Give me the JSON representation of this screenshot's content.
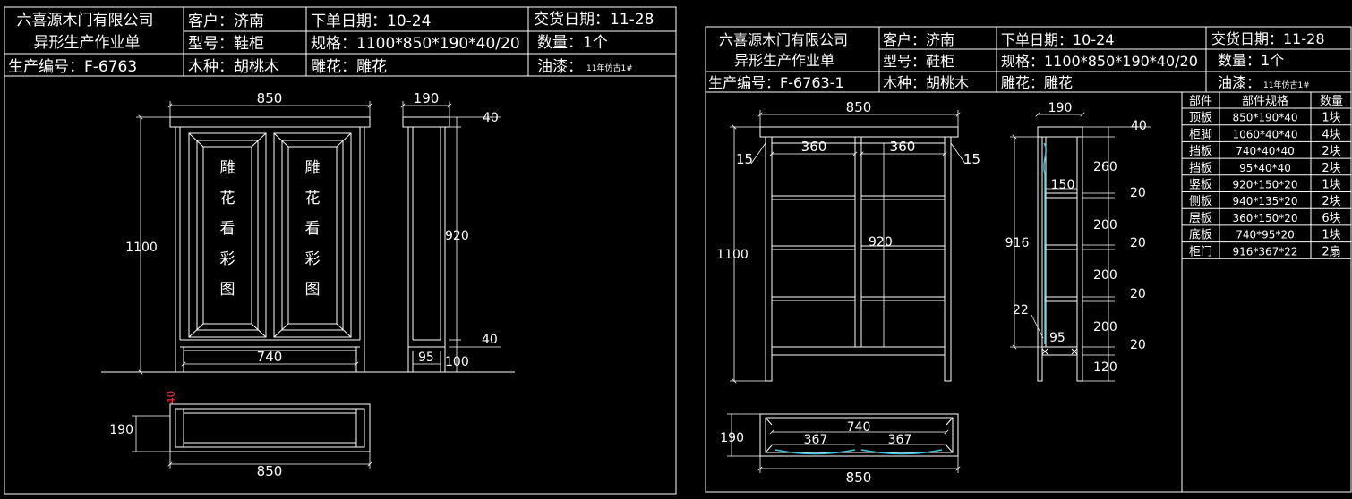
{
  "sheet_left": {
    "header": {
      "company": "六喜源木门有限公司",
      "title": "异形生产作业单",
      "customer": "客户：济南",
      "order_date": "下单日期：10-24",
      "delivery_date": "交货日期：11-28",
      "model": "型号：鞋柜",
      "spec": "规格：1100*850*190*40/20",
      "quantity": "数量：1个",
      "prod_no": "生产编号：F-6763",
      "wood": "木种：胡桃木",
      "carving": "雕花：雕花",
      "paint_label": "油漆：",
      "paint_value": "11年仿古1#"
    },
    "front": {
      "width": "850",
      "height": "1100",
      "inner_width": "740",
      "inner_height": "920",
      "panel_text": [
        "雕",
        "花",
        "看",
        "彩",
        "图"
      ]
    },
    "side": {
      "depth": "190",
      "top": "40",
      "bottom_rail": "40",
      "foot": "95",
      "base": "100"
    },
    "plan": {
      "depth": "190",
      "width": "850",
      "inset": "40"
    }
  },
  "sheet_right": {
    "header": {
      "company": "六喜源木门有限公司",
      "title": "异形生产作业单",
      "customer": "客户：济南",
      "order_date": "下单日期：10-24",
      "delivery_date": "交货日期：11-28",
      "model": "型号：鞋柜",
      "spec": "规格：1100*850*190*40/20",
      "quantity": "数量：1个",
      "prod_no": "生产编号：F-6763-1",
      "wood": "木种：胡桃木",
      "carving": "雕花：雕花",
      "paint_label": "油漆：",
      "paint_value": "11年仿古1#"
    },
    "front": {
      "width": "850",
      "height": "1100",
      "bay_left": "360",
      "bay_right": "360",
      "edge_left": "15",
      "edge_right": "15",
      "inner_height": "920"
    },
    "side": {
      "depth": "190",
      "top": "40",
      "h1": "260",
      "shelf_depth": "150",
      "s1": "20",
      "h2": "200",
      "s2": "20",
      "h3": "200",
      "s3": "20",
      "h4": "200",
      "s4": "20",
      "base": "120",
      "total": "916",
      "door": "22",
      "foot": "95"
    },
    "plan": {
      "depth": "190",
      "width": "850",
      "inner": "740",
      "door_left": "367",
      "door_right": "367"
    },
    "parts_table": {
      "headers": [
        "部件",
        "部件规格",
        "数量"
      ],
      "rows": [
        [
          "顶板",
          "850*190*40",
          "1块"
        ],
        [
          "柜脚",
          "1060*40*40",
          "4块"
        ],
        [
          "挡板",
          "740*40*40",
          "2块"
        ],
        [
          "挡板",
          "95*40*40",
          "2块"
        ],
        [
          "竖板",
          "920*150*20",
          "1块"
        ],
        [
          "侧板",
          "940*135*20",
          "2块"
        ],
        [
          "层板",
          "360*150*20",
          "6块"
        ],
        [
          "底板",
          "740*95*20",
          "1块"
        ],
        [
          "柜门",
          "916*367*22",
          "2扇"
        ]
      ]
    }
  }
}
